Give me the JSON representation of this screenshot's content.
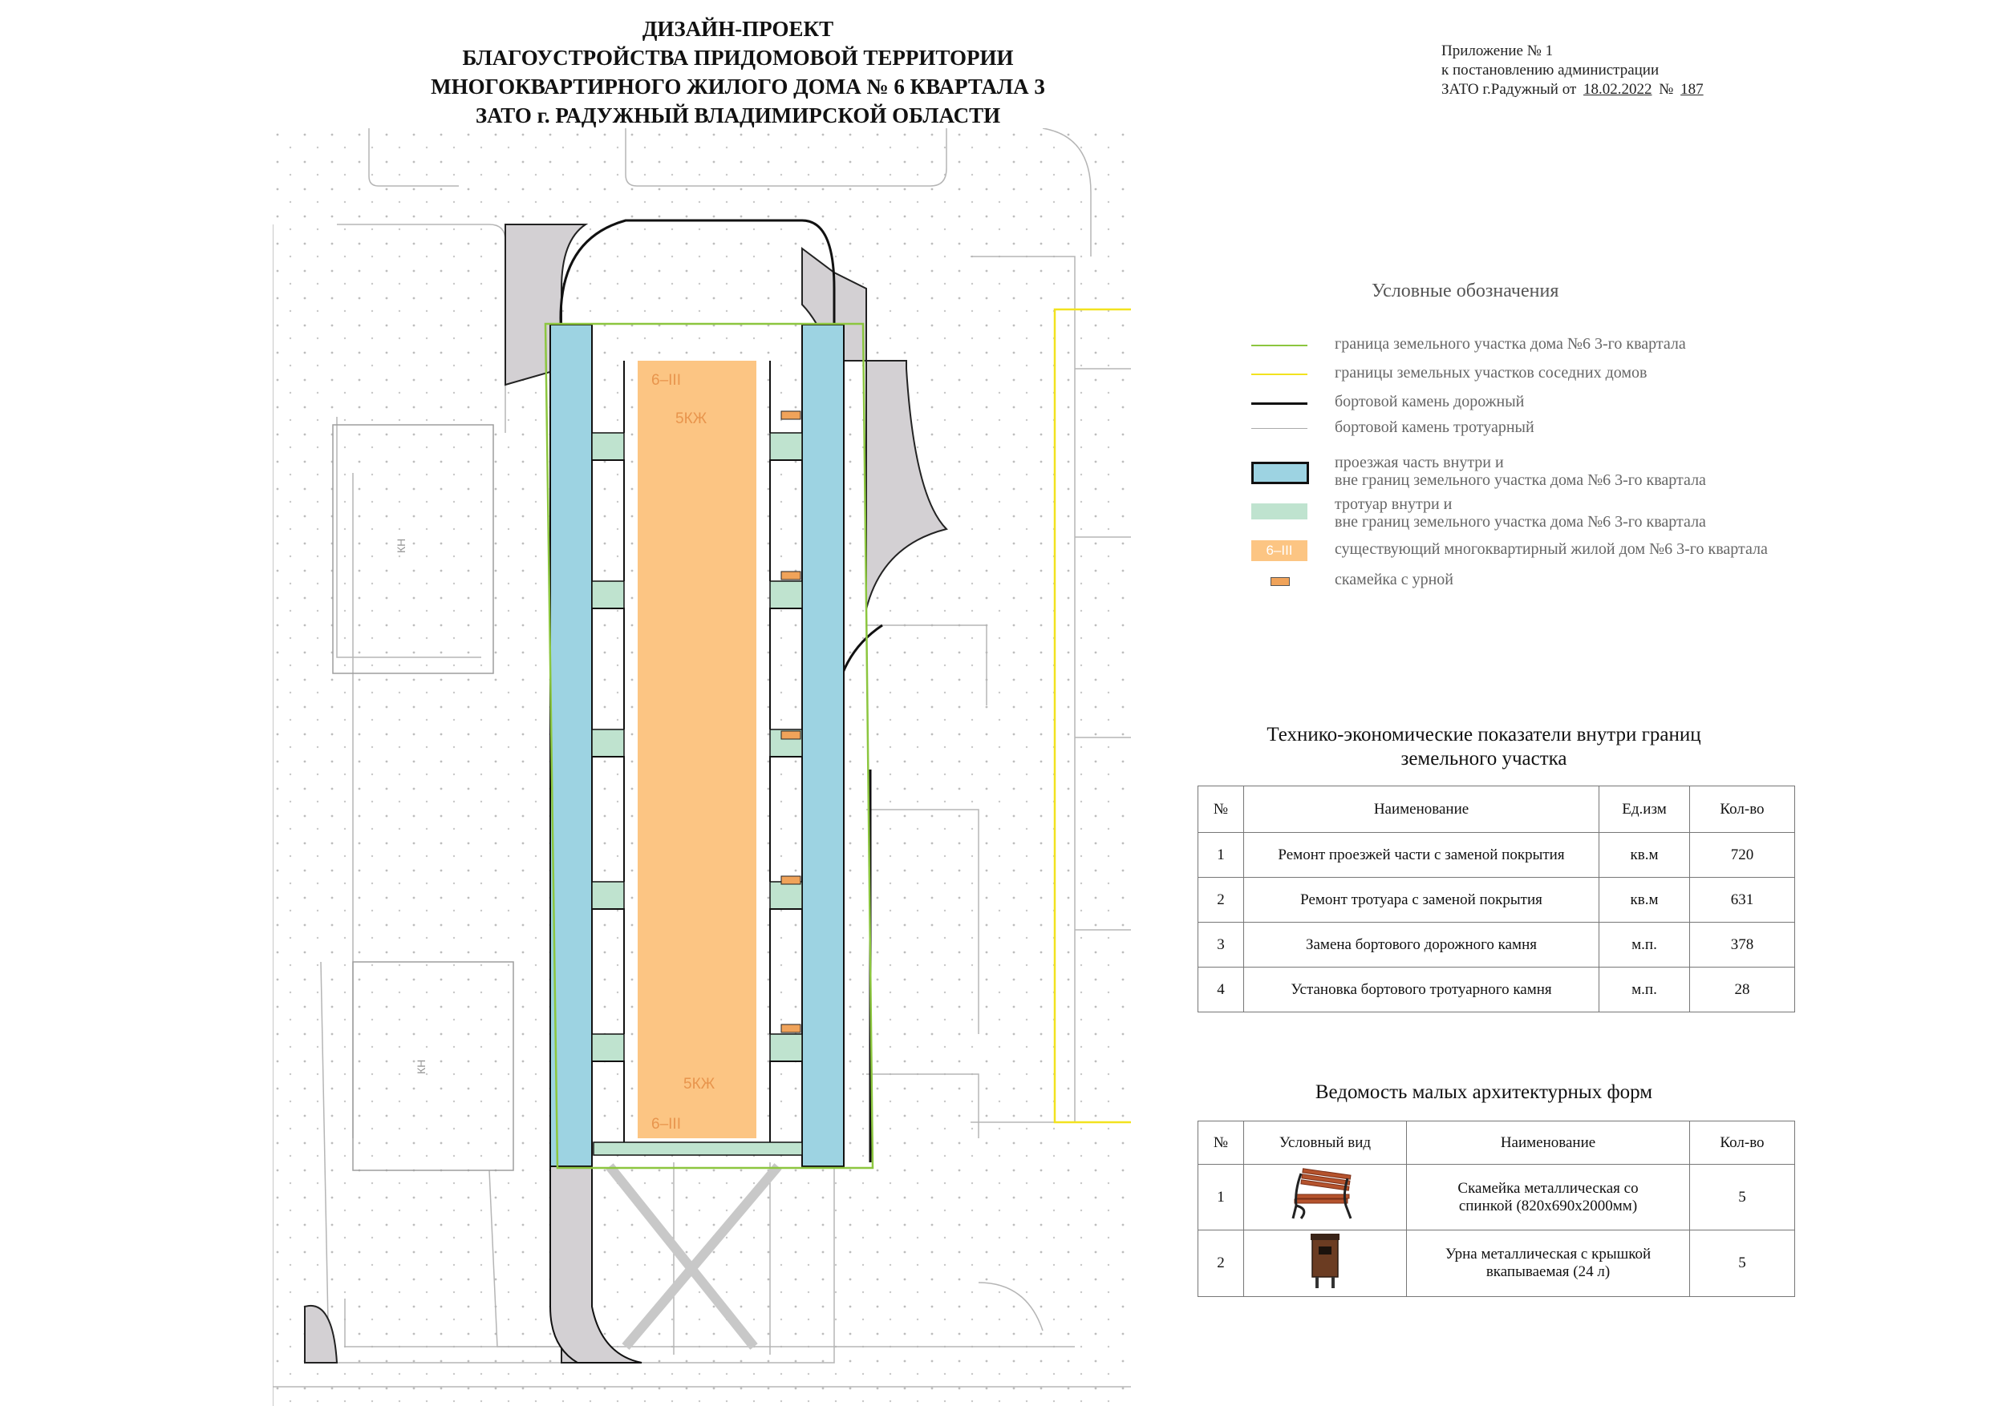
{
  "header": {
    "title_lines": [
      "ДИЗАЙН-ПРОЕКТ",
      "БЛАГОУСТРОЙСТВА ПРИДОМОВОЙ ТЕРРИТОРИИ",
      "МНОГОКВАРТИРНОГО ЖИЛОГО ДОМА № 6  КВАРТАЛА 3",
      "ЗАТО г. РАДУЖНЫЙ ВЛАДИМИРСКОЙ ОБЛАСТИ"
    ],
    "annex_line1": "Приложение  № 1",
    "annex_line2": "к постановлению администрации",
    "annex_line3_prefix": "ЗАТО г.Радужный от",
    "annex_date": "18.02.2022",
    "annex_num_sign": "№",
    "annex_number": "187"
  },
  "map": {
    "building_code_top": "6–III",
    "building_floors_top": "5КЖ",
    "building_floors_bottom": "5КЖ",
    "building_code_bottom": "6–III",
    "kn_left_top": "КН",
    "kn_left_bottom": "КН",
    "colors": {
      "plot_boundary": "#8cc63f",
      "neighbor_boundary": "#f2e21f",
      "roadway": "#9dd3e2",
      "sidewalk": "#bfe3cf",
      "building": "#fcc583",
      "grey_area": "#d3d0d3"
    }
  },
  "legend": {
    "title": "Условные обозначения",
    "items": [
      {
        "label": "граница земельного участка дома №6 3-го квартала"
      },
      {
        "label": "границы земельных участков соседних домов"
      },
      {
        "label": "бортовой камень дорожный"
      },
      {
        "label": "бортовой камень тротуарный"
      },
      {
        "label": "проезжая часть внутри и\nвне границ земельного участка дома №6 3-го квартала"
      },
      {
        "label": "тротуар внутри и\nвне границ земельного участка дома №6 3-го квартала"
      },
      {
        "label": "существующий многоквартирный жилой дом №6 3-го квартала",
        "swatch_text": "6–III"
      },
      {
        "label": "скамейка с урной"
      }
    ]
  },
  "tep": {
    "title_line1": "Технико-экономические показатели внутри границ",
    "title_line2": "земельного участка",
    "headers": [
      "№",
      "Наименование",
      "Ед.изм",
      "Кол-во"
    ],
    "rows": [
      [
        "1",
        "Ремонт проезжей части с заменой покрытия",
        "кв.м",
        "720"
      ],
      [
        "2",
        "Ремонт тротуара с заменой покрытия",
        "кв.м",
        "631"
      ],
      [
        "3",
        "Замена бортового дорожного камня",
        "м.п.",
        "378"
      ],
      [
        "4",
        "Установка бортового тротуарного камня",
        "м.п.",
        "28"
      ]
    ]
  },
  "maf": {
    "title": "Ведомость малых архитектурных форм",
    "headers": [
      "№",
      "Условный вид",
      "Наименование",
      "Кол-во"
    ],
    "rows": [
      {
        "num": "1",
        "icon": "bench-icon",
        "name_line1": "Скамейка металлическая со",
        "name_line2": "спинкой (820х690х2000мм)",
        "qty": "5"
      },
      {
        "num": "2",
        "icon": "trash-bin-icon",
        "name_line1": "Урна металлическая с крышкой",
        "name_line2": "вкапываемая   (24 л)",
        "qty": "5"
      }
    ]
  }
}
